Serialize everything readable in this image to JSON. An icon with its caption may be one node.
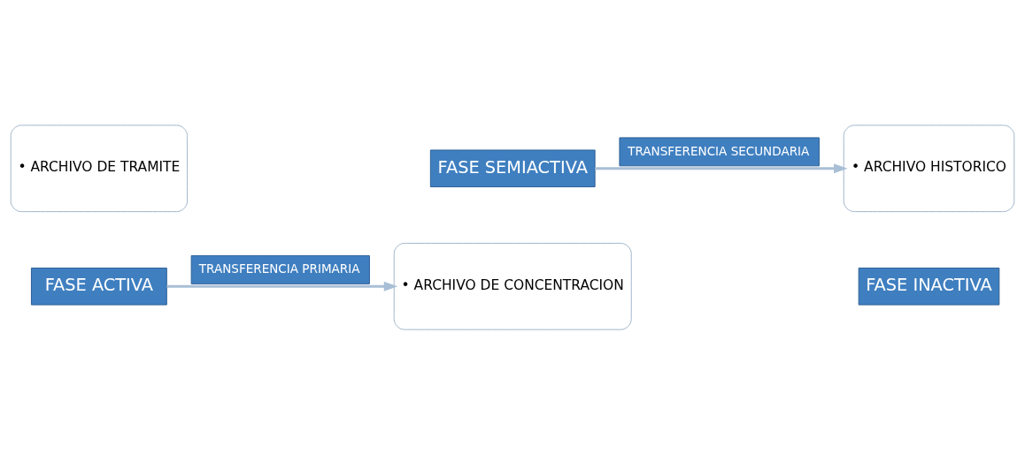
{
  "diagram": {
    "nodes": [
      {
        "text": [
          "• ARCHIVO DE TRAMITE"
        ]
      },
      {
        "text": [
          "FASE ACTIVA"
        ]
      },
      {
        "text": [
          "FASE SEMIACTIVA"
        ]
      },
      {
        "text": [
          "• ARCHIVO DE CONCENTRACION"
        ]
      },
      {
        "text": [
          "• ARCHIVO HISTORICO"
        ]
      },
      {
        "text": [
          "FASE INACTIVA"
        ]
      }
    ],
    "edges": [
      {
        "from": 1,
        "to": 3,
        "arrow": "to",
        "label": "TRANSFERENCIA PRIMARIA"
      },
      {
        "from": 2,
        "to": 4,
        "arrow": "to",
        "label": "TRANSFERENCIA SECUNDARIA"
      }
    ]
  }
}
